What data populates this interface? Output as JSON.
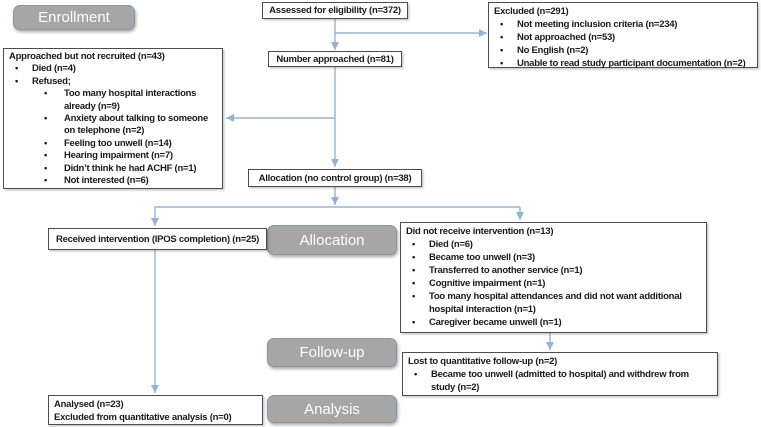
{
  "colors": {
    "arrow": "#95b3d7",
    "stage_fill": "#a6a6a6",
    "stage_border": "#8796a8",
    "box_border": "#4d4d4d",
    "box_text": "#1a1a1a",
    "stage_text": "#ffffff"
  },
  "stage_labels": {
    "enrollment": "Enrollment",
    "allocation": "Allocation",
    "followup": "Follow-up",
    "analysis": "Analysis"
  },
  "flow": {
    "assessed": "Assessed for eligibility (n=372)",
    "excluded": {
      "title": "Excluded (n=291)",
      "items": [
        "Not meeting inclusion criteria (n=234)",
        "Not approached (n=53)",
        "No English (n=2)",
        "Unable to read study participant documentation (n=2)"
      ]
    },
    "number_approached": "Number approached (n=81)",
    "not_recruited": {
      "title": "Approached but not recruited (n=43)",
      "items_l1": [
        "Died (n=4)",
        "Refused;"
      ],
      "refused_reasons": [
        "Too many hospital interactions already (n=9)",
        "Anxiety about talking to someone on telephone (n=2)",
        "Feeling too unwell (n=14)",
        "Hearing impairment (n=7)",
        "Didn’t think he had ACHF (n=1)",
        "Not interested (n=6)"
      ]
    },
    "allocation_group": "Allocation (no control group) (n=38)",
    "received": "Received intervention (IPOS completion) (n=25)",
    "did_not_receive": {
      "title": "Did not receive intervention (n=13)",
      "items": [
        "Died (n=6)",
        "Became too unwell (n=3)",
        "Transferred to another service (n=1)",
        "Cognitive impairment (n=1)",
        "Too many hospital attendances and did not want additional hospital interaction (n=1)",
        "Caregiver became unwell (n=1)"
      ]
    },
    "lost_followup": {
      "title": "Lost to quantitative follow-up (n=2)",
      "items": [
        "Became too unwell (admitted to hospital) and withdrew from study (n=2)"
      ]
    },
    "analysed": {
      "line1": "Analysed (n=23)",
      "line2": "Excluded from quantitative analysis (n=0)"
    }
  }
}
